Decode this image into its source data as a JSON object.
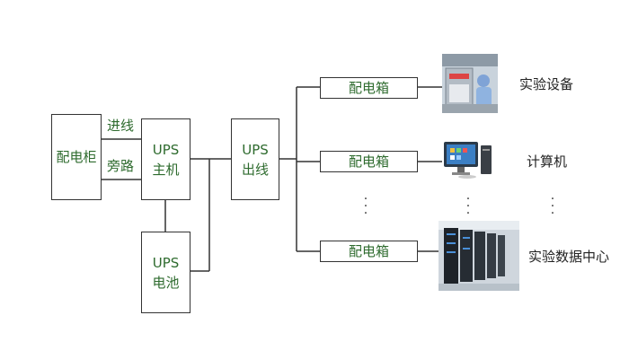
{
  "diagram": {
    "cabinet": "配电柜",
    "incoming_line": "进线",
    "bypass": "旁路",
    "ups_host": {
      "line1": "UPS",
      "line2": "主机"
    },
    "ups_battery": {
      "line1": "UPS",
      "line2": "电池"
    },
    "ups_output": {
      "line1": "UPS",
      "line2": "出线"
    },
    "distribution_boxes": [
      "配电箱",
      "配电箱",
      "配电箱"
    ],
    "destinations": [
      "实验设备",
      "计算机",
      "实验数据中心"
    ]
  },
  "colors": {
    "text": "#2e6b2e",
    "line": "#333333"
  }
}
